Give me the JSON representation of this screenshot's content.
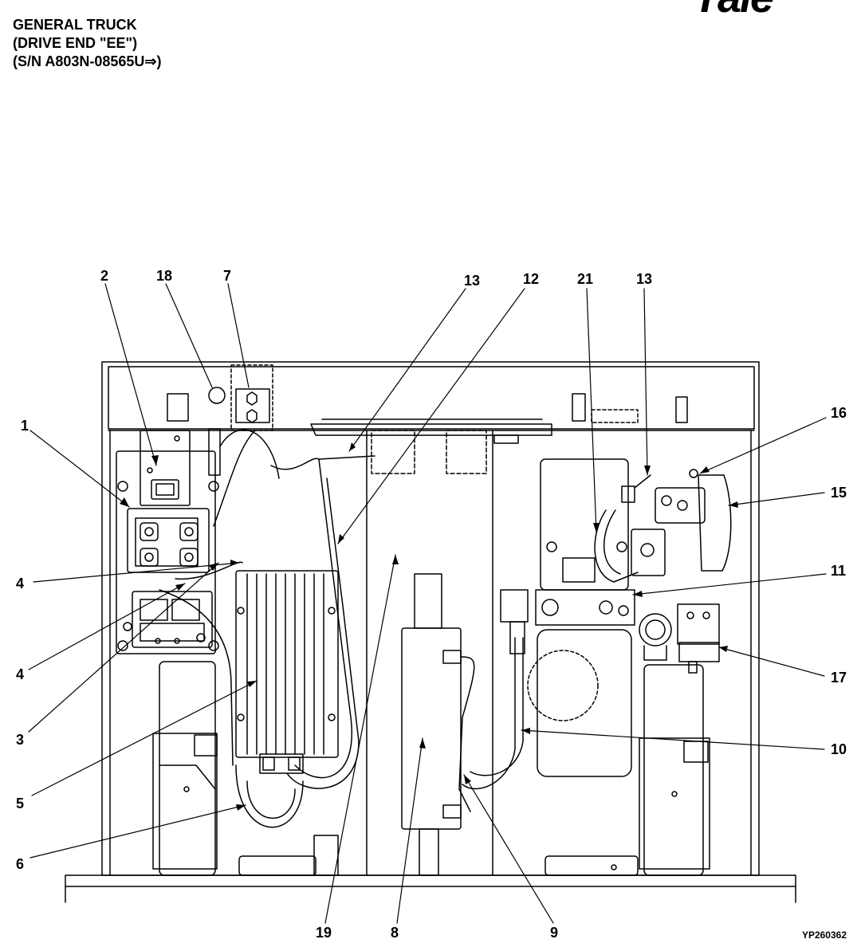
{
  "header": {
    "line1": "GENERAL TRUCK",
    "line2": "(DRIVE END \"EE\")",
    "line3": "(S/N A803N-08565U⇒)"
  },
  "logo": {
    "text": "Yale"
  },
  "figure_id": "YP260362",
  "callouts": {
    "c1": "1",
    "c2": "2",
    "c3": "3",
    "c4a": "4",
    "c4b": "4",
    "c5": "5",
    "c6": "6",
    "c7": "7",
    "c8": "8",
    "c9": "9",
    "c10": "10",
    "c11": "11",
    "c12": "12",
    "c13a": "13",
    "c13b": "13",
    "c15": "15",
    "c16": "16",
    "c17": "17",
    "c18": "18",
    "c19": "19",
    "c21": "21"
  }
}
